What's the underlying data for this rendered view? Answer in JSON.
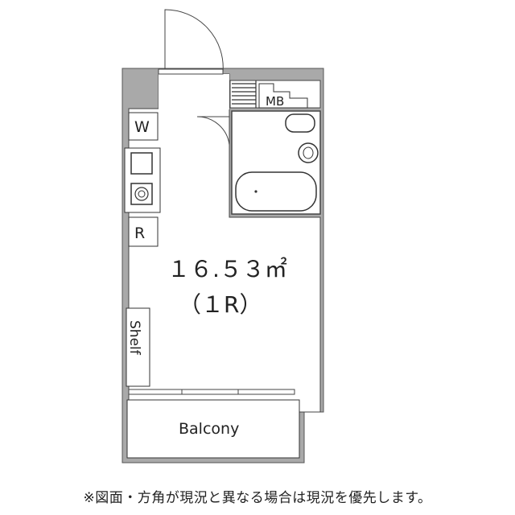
{
  "plan": {
    "area": "１６.５３㎡",
    "layout": "（１R）",
    "labels": {
      "washer": "W",
      "refrigerator": "R",
      "meter_box": "MB",
      "shelf": "Shelf",
      "balcony": "Balcony"
    }
  },
  "footer": {
    "note": "※図面・方角が現況と異なる場合は現況を優先します。"
  }
}
